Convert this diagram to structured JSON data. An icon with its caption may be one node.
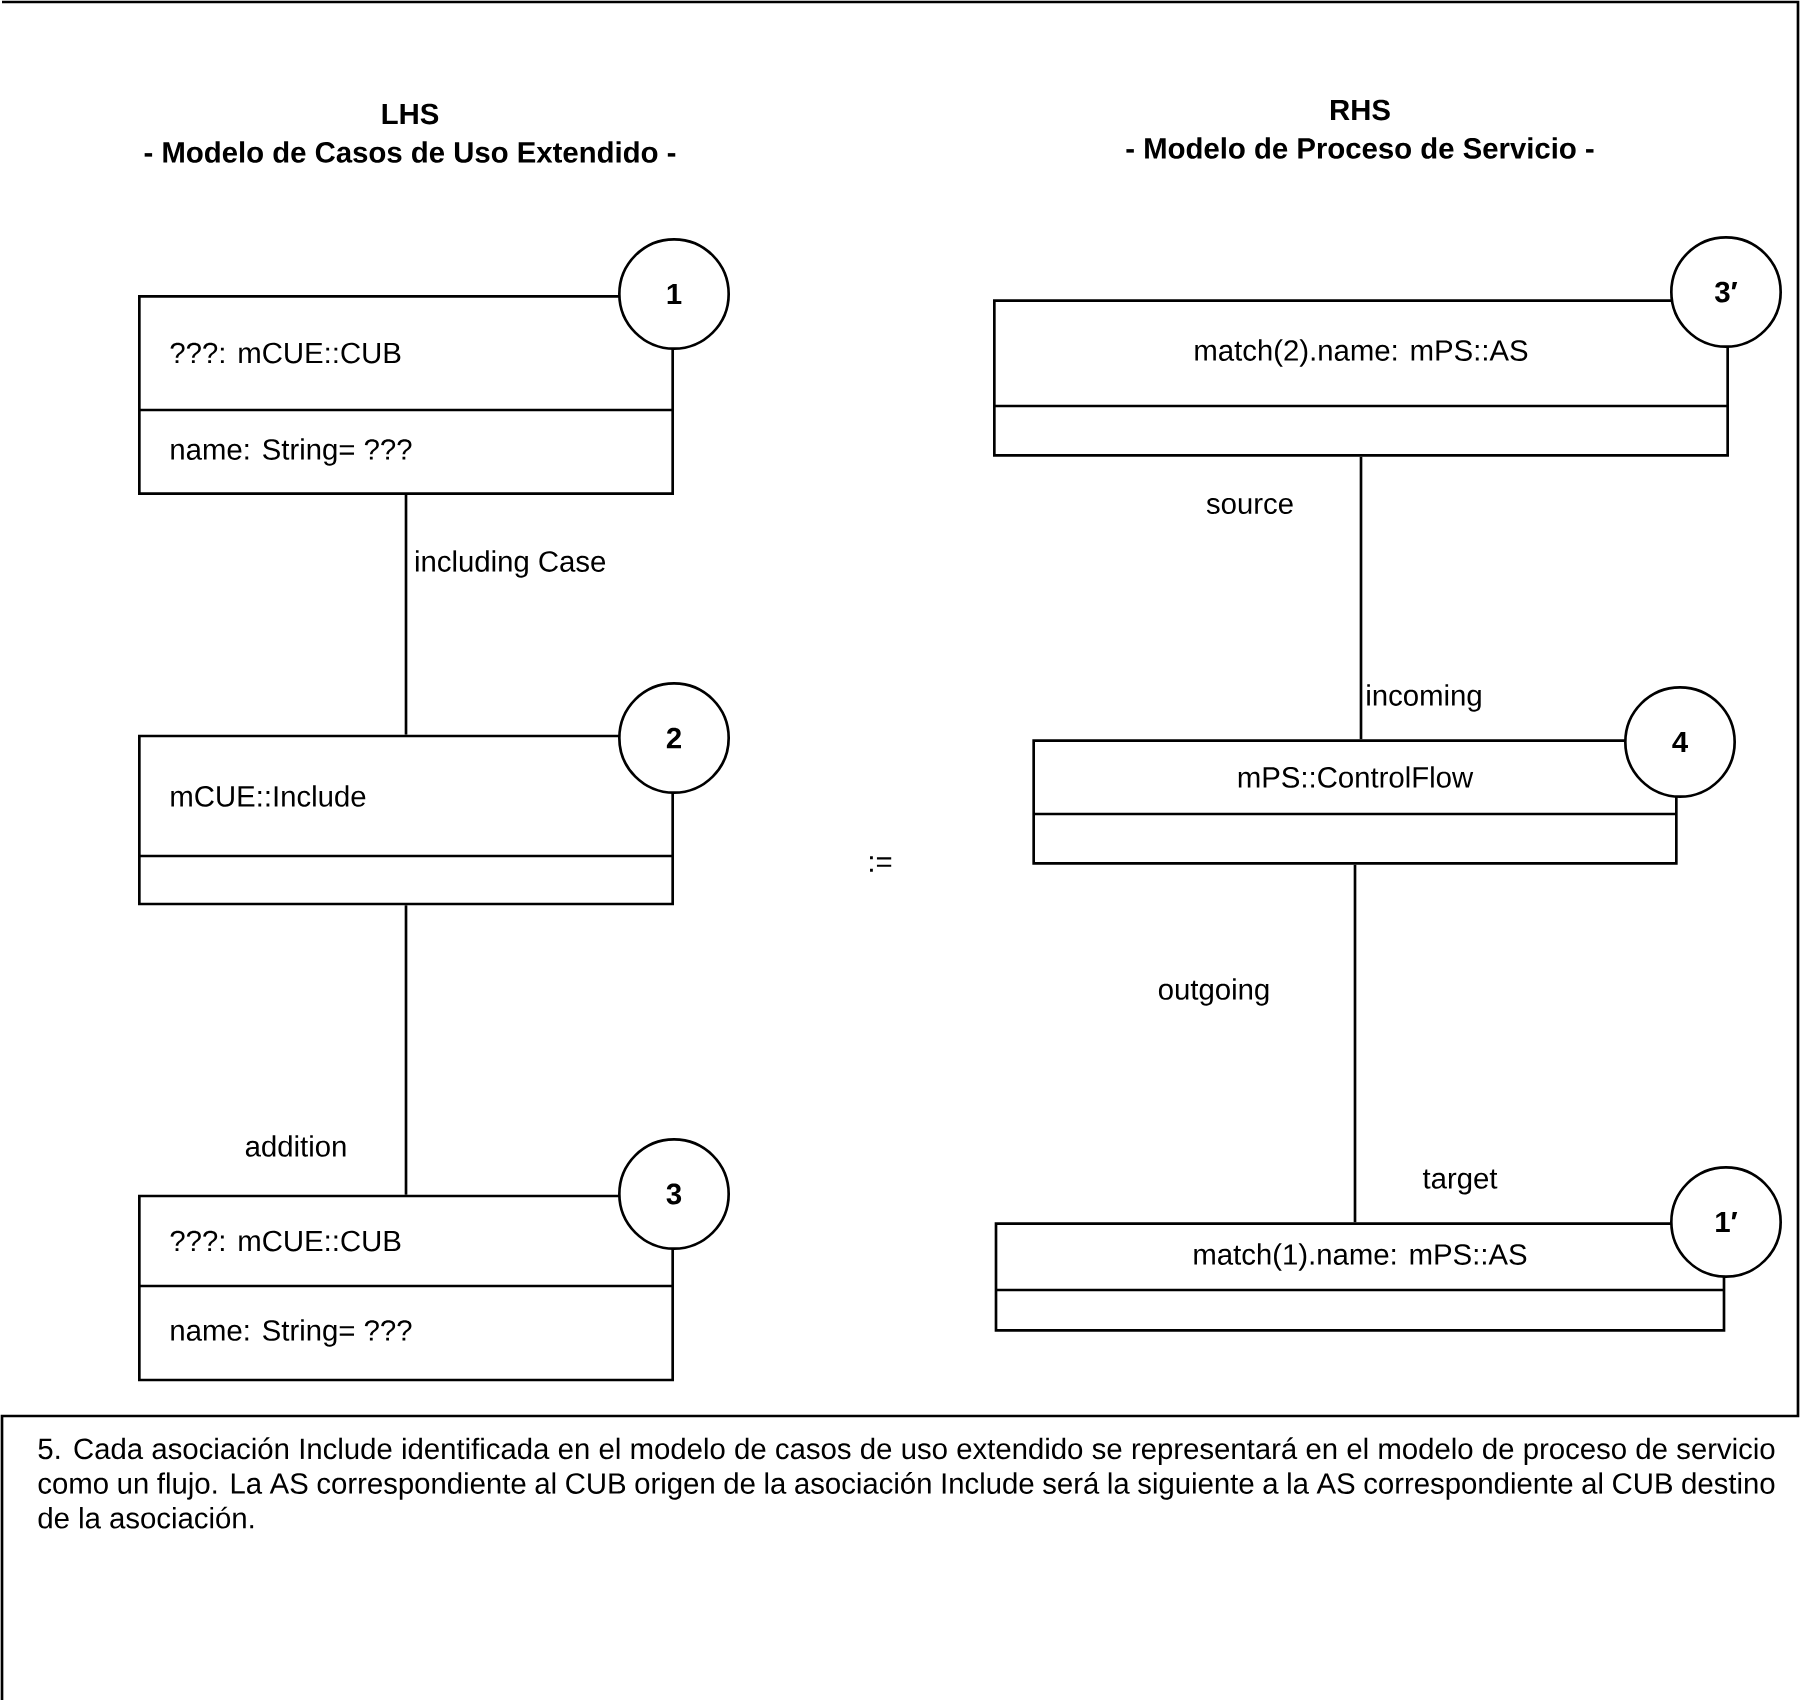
{
  "diagram": {
    "caption": "5. Cada asociación Include identificada en el modelo de casos de uso extendido se representará en el modelo de proceso de servicio como un flujo. La AS correspondiente al CUB origen de la asociación Include será la siguiente a la AS correspondiente al CUB destino de la asociación.",
    "nodes": [
      {
        "text": [
          "???: mCUE::CUB",
          "name: String= ???"
        ]
      },
      {
        "text": [
          "1"
        ]
      },
      {
        "text": [
          "match(2).name: mPS::AS"
        ]
      },
      {
        "text": [
          "3′"
        ]
      },
      {
        "text": [
          "mCUE::Include"
        ]
      },
      {
        "text": [
          "2"
        ]
      },
      {
        "text": [
          "mPS::ControlFlow"
        ]
      },
      {
        "text": [
          "4"
        ]
      },
      {
        "text": [
          "???: mCUE::CUB",
          "name: String= ???"
        ]
      },
      {
        "text": [
          "3"
        ]
      },
      {
        "text": [
          "match(1).name: mPS::AS"
        ]
      },
      {
        "text": [
          "1′"
        ]
      }
    ],
    "edges": [
      {
        "from": 0,
        "to": 4,
        "arrow": "none",
        "label": "including Case"
      },
      {
        "from": 4,
        "to": 8,
        "arrow": "none",
        "label": "addition"
      },
      {
        "from": 2,
        "to": 6,
        "arrow": "none",
        "label": "source"
      },
      {
        "from": 6,
        "to": 10,
        "arrow": "none",
        "label": "outgoing"
      }
    ],
    "labels": [
      "LHS",
      "- Modelo de Casos de Uso Extendido -",
      "RHS",
      "- Modelo de Proceso de Servicio -",
      "incoming",
      ":=",
      "target"
    ]
  }
}
